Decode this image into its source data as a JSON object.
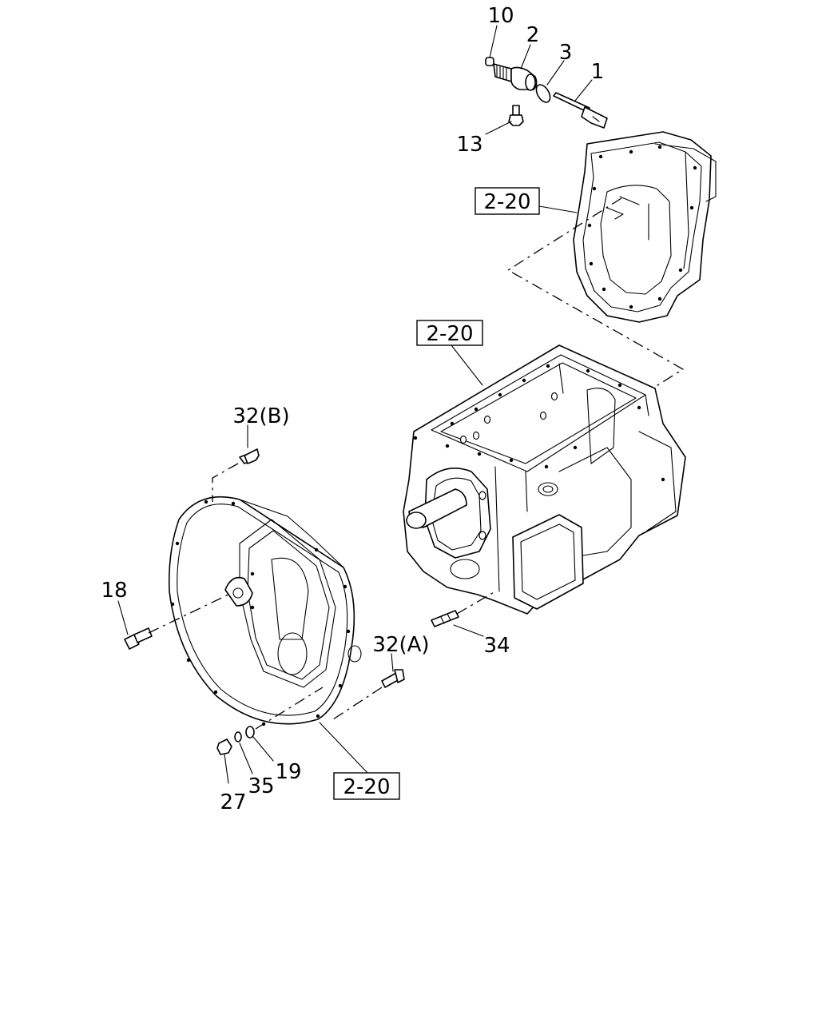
{
  "callouts": {
    "p10": "10",
    "p2": "2",
    "p3": "3",
    "p1": "1",
    "p13": "13",
    "p32b": "32(B)",
    "p18": "18",
    "p32a": "32(A)",
    "p34": "34",
    "p19": "19",
    "p35": "35",
    "p27": "27"
  },
  "references": {
    "top_housing": "2-20",
    "transmission_case": "2-20",
    "bell_housing": "2-20"
  }
}
